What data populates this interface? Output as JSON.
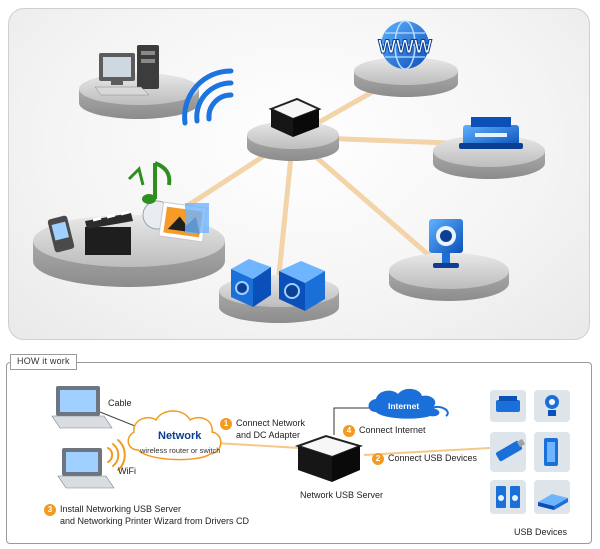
{
  "top_diagram": {
    "www_label": "WWW"
  },
  "how_it_works": {
    "heading": "HOW it work",
    "cable_label": "Cable",
    "wifi_label": "WiFi",
    "network_title": "Network",
    "network_subtitle": "wireless router or switch",
    "internet_label": "Internet",
    "steps": [
      {
        "num": "1",
        "line1": "Connect Network",
        "line2": "and DC Adapter"
      },
      {
        "num": "2",
        "line1": "Connect USB Devices",
        "line2": ""
      },
      {
        "num": "3",
        "line1": "Install Networking USB Server",
        "line2": "and Networking Printer Wizard from Drivers CD"
      },
      {
        "num": "4",
        "line1": "Connect Internet",
        "line2": ""
      }
    ],
    "server_label": "Network USB Server",
    "usb_devices_label": "USB Devices"
  },
  "colors": {
    "link_line": "#f3d3a8",
    "accent_orange": "#f39a1f",
    "device_blue": "#1a6fd8",
    "platform_gray": "#c9c9c9"
  }
}
